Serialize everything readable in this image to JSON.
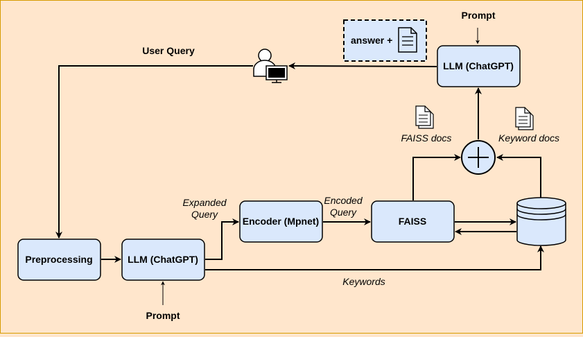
{
  "nodes": {
    "llm_top": "LLM (ChatGPT)",
    "llm_bottom": "LLM (ChatGPT)",
    "preprocessing": "Preprocessing",
    "encoder": "Encoder (Mpnet)",
    "faiss": "FAISS"
  },
  "labels": {
    "prompt_top": "Prompt",
    "prompt_bottom": "Prompt",
    "user_query": "User Query",
    "answer": "answer +",
    "faiss_docs": "FAISS docs",
    "keyword_docs": "Keyword docs",
    "expanded_query_1": "Expanded",
    "expanded_query_2": "Query",
    "encoded_query_1": "Encoded",
    "encoded_query_2": "Query",
    "keywords": "Keywords"
  },
  "icons": {
    "user": "user-with-computer-icon",
    "document": "document-icon",
    "documents": "documents-stack-icon",
    "combine": "plus-circle-icon",
    "database": "database-cylinder-icon"
  },
  "colors": {
    "background": "#ffe6cc",
    "border": "#d79b00",
    "node_fill": "#dae8fc",
    "stroke": "#000000"
  }
}
